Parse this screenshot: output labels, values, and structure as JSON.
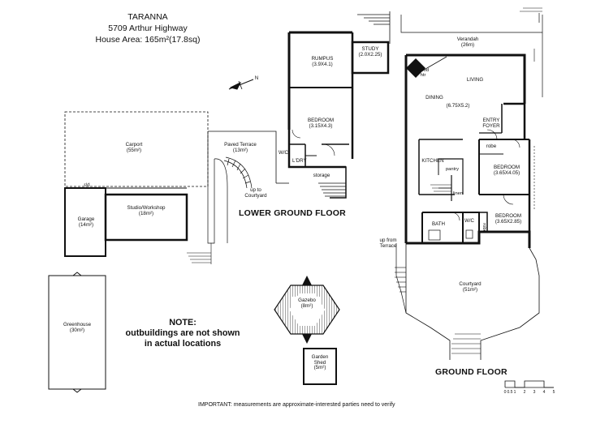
{
  "header": {
    "title": "TARANNA",
    "address": "5709 Arthur Highway",
    "area": "House Area: 165m²(17.8sq)"
  },
  "floors": {
    "lower": "LOWER GROUND FLOOR",
    "ground": "GROUND FLOOR"
  },
  "rooms": {
    "rumpus": {
      "name": "RUMPUS",
      "dims": "(3.9X4.1)"
    },
    "study": {
      "name": "STUDY",
      "dims": "(2.0X2.25)"
    },
    "bedroom_lower": {
      "name": "BEDROOM",
      "dims": "(3.15X4.3)"
    },
    "wc_lower": "W/C",
    "ldry": "L'DRY",
    "storage": "storage",
    "paved_terrace": {
      "name": "Paved Terrace",
      "area": "(13m²)"
    },
    "up_to_courtyard": {
      "line1": "up to",
      "line2": "Courtyard"
    },
    "carport": {
      "name": "Carport",
      "area": "(55m²)"
    },
    "garage": {
      "name": "Garage",
      "area": "(14m²)"
    },
    "studio": {
      "name": "Studio/Workshop",
      "area": "(18m²)"
    },
    "rd": "r/d",
    "greenhouse": {
      "name": "Greenhouse",
      "area": "(30m²)"
    },
    "gazebo": {
      "name": "Gazebo",
      "area": "(8m²)"
    },
    "garden_shed": {
      "name1": "Garden",
      "name2": "Shed",
      "area": "(5m²)"
    },
    "verandah": {
      "name": "Verandah",
      "area": "(26m)"
    },
    "wood_htr": {
      "line1": "wood",
      "line2": "htr"
    },
    "living": "LIVING",
    "dining": {
      "name": "DINING",
      "dims": "(6.75X5.2)"
    },
    "entry": {
      "line1": "ENTRY",
      "line2": "FOYER"
    },
    "robe1": "robe",
    "bedroom_g1": {
      "name": "BEDROOM",
      "dims": "(3.65X4.05)"
    },
    "kitchen": "KITCHEN",
    "pantry": "pantry",
    "linen": "linen",
    "bath": "BATH",
    "wc_ground": "W/C",
    "robe2": "robe",
    "bedroom_g2": {
      "name": "BEDROOM",
      "dims": "(3.65X2.85)"
    },
    "up_from_terrace": {
      "line1": "up from",
      "line2": "Terrace"
    },
    "courtyard": {
      "name": "Courtyard",
      "area": "(51m²)"
    }
  },
  "note": {
    "line1": "NOTE:",
    "line2": "outbuildings are not shown",
    "line3": "in actual locations"
  },
  "north": "N",
  "scale": {
    "labels": [
      "0",
      "0.5",
      "1",
      "2",
      "3",
      "4",
      "5"
    ]
  },
  "footer": "IMPORTANT: measurements are approximate-interested parties need to verify"
}
